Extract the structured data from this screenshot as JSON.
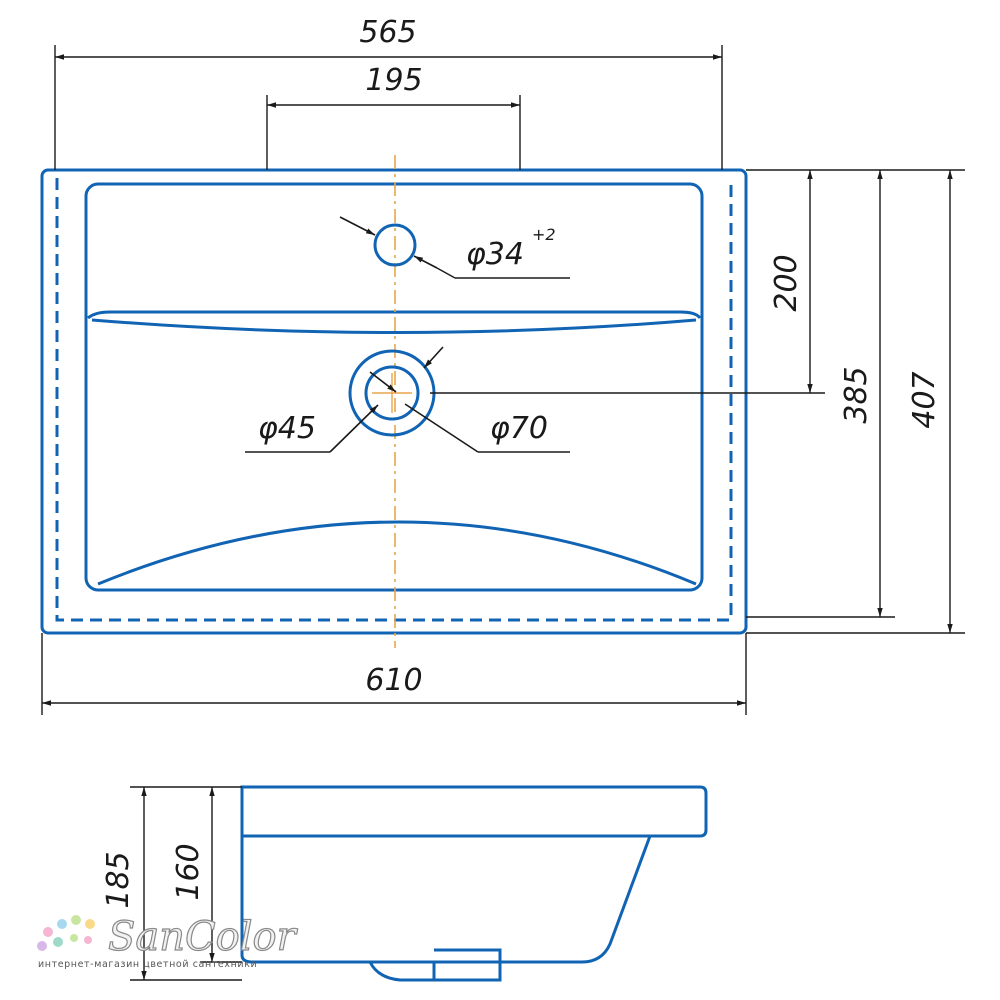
{
  "drawing": {
    "colors": {
      "outline": "#1164b4",
      "dimension": "#1a1a1a",
      "centerline": "#e8a64c"
    },
    "top_view": {
      "dimensions": {
        "overall_width": "565",
        "tap_area_width": "195",
        "total_width": "610",
        "tap_hole_offset": "200",
        "bowl_depth": "385",
        "total_depth": "407"
      },
      "tap_hole": {
        "label": "φ34",
        "tolerance": "+2"
      },
      "drain": {
        "inner_label": "φ45",
        "outer_label": "φ70"
      }
    },
    "side_view": {
      "dimensions": {
        "total_height": "185",
        "bowl_height": "160"
      }
    }
  },
  "watermark": {
    "brand": "SanColor",
    "tagline": "интернет-магазин цветной сантехники",
    "dot_colors": [
      "#f4b6d2",
      "#a8d8f0",
      "#c8e6a0",
      "#f9d98a",
      "#d8b8e8",
      "#9fd9c9"
    ]
  }
}
